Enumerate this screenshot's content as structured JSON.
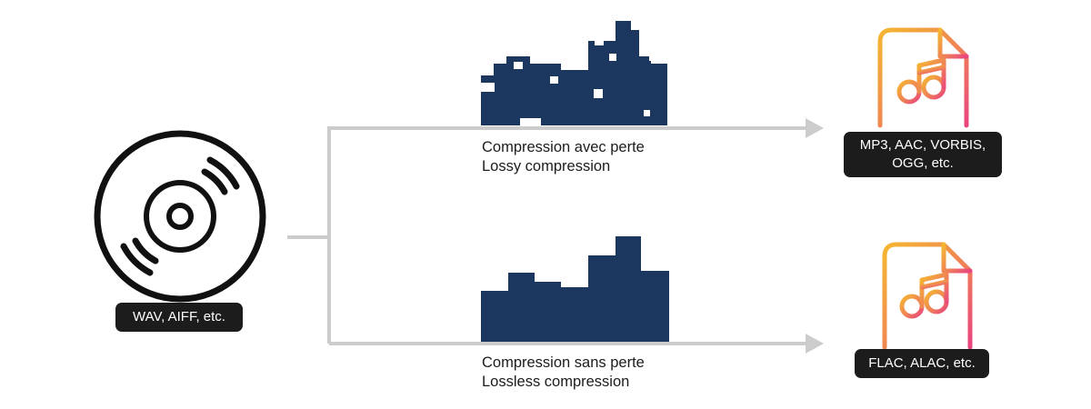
{
  "source": {
    "label": "WAV, AIFF, etc."
  },
  "branches": {
    "lossy": {
      "caption_fr": "Compression avec perte",
      "caption_en": "Lossy compression",
      "formats_line1": "MP3, AAC, VORBIS,",
      "formats_line2": "OGG, etc."
    },
    "lossless": {
      "caption_fr": "Compression sans perte",
      "caption_en": "Lossless compression",
      "formats": "FLAC, ALAC, etc."
    }
  },
  "colors": {
    "waveform": "#1b365f",
    "connector": "#cccccc",
    "badge": "#1c1c1c",
    "disc": "#111111",
    "file_gradient_start": "#f5b731",
    "file_gradient_mid": "#ef8355",
    "file_gradient_end": "#e9457f"
  },
  "icons": {
    "source": "vinyl-disc-icon",
    "lossy_file": "music-file-icon",
    "lossless_file": "music-file-icon"
  }
}
